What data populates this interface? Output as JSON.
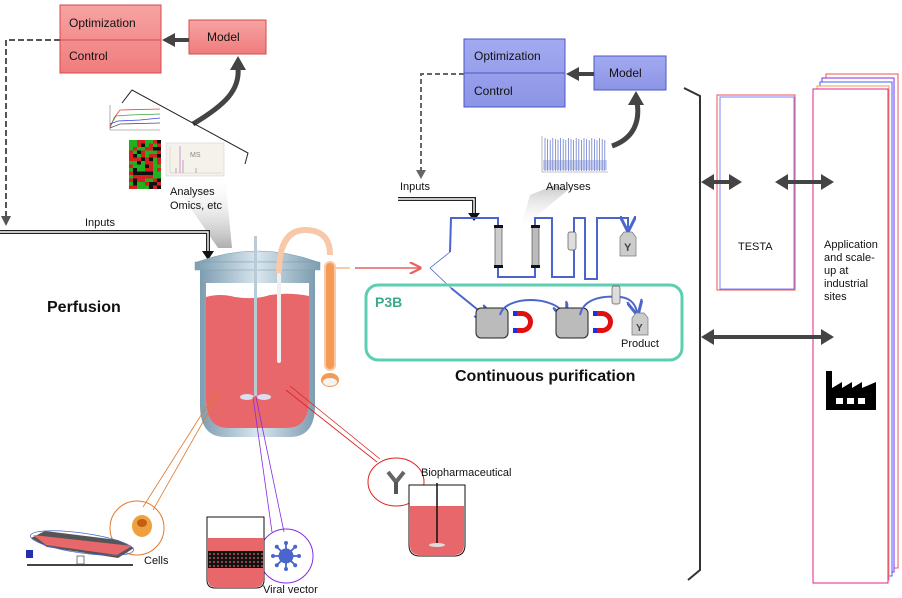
{
  "left_panel": {
    "opt_box": {
      "top_label": "Optimization",
      "bottom_label": "Control",
      "fill": "#f58b8b",
      "stroke": "#d64a4a"
    },
    "model_box": {
      "label": "Model"
    },
    "analyses_label_1": "Analyses",
    "analyses_label_2": "Omics, etc",
    "ms_label": "MS",
    "inputs_label": "Inputs",
    "section_title": "Perfusion"
  },
  "middle_panel": {
    "opt_box": {
      "top_label": "Optimization",
      "bottom_label": "Control",
      "fill": "#959de8",
      "stroke": "#4a58c8"
    },
    "model_box": {
      "label": "Model"
    },
    "analyses_label": "Analyses",
    "inputs_label": "Inputs",
    "p3b_label": "P3B",
    "product_label": "Product",
    "section_title": "Continuous purification",
    "p3b_color": "#5ccfb0",
    "tube_color": "#4a66cc"
  },
  "products": {
    "cells_label": "Cells",
    "viral_vector_label": "Viral vector",
    "biopharmaceutical_label": "Biopharmaceutical"
  },
  "right_panel": {
    "testa_label": "TESTA",
    "industry_label_lines": [
      "Application",
      "and scale-",
      "up at",
      "industrial",
      "sites"
    ]
  },
  "colors": {
    "medium": "#e8676a",
    "vessel": "#9fbfd0",
    "arrow_dark": "#444444",
    "orange": "#f59a55",
    "purple": "#8a2be2",
    "red": "#e02020"
  }
}
